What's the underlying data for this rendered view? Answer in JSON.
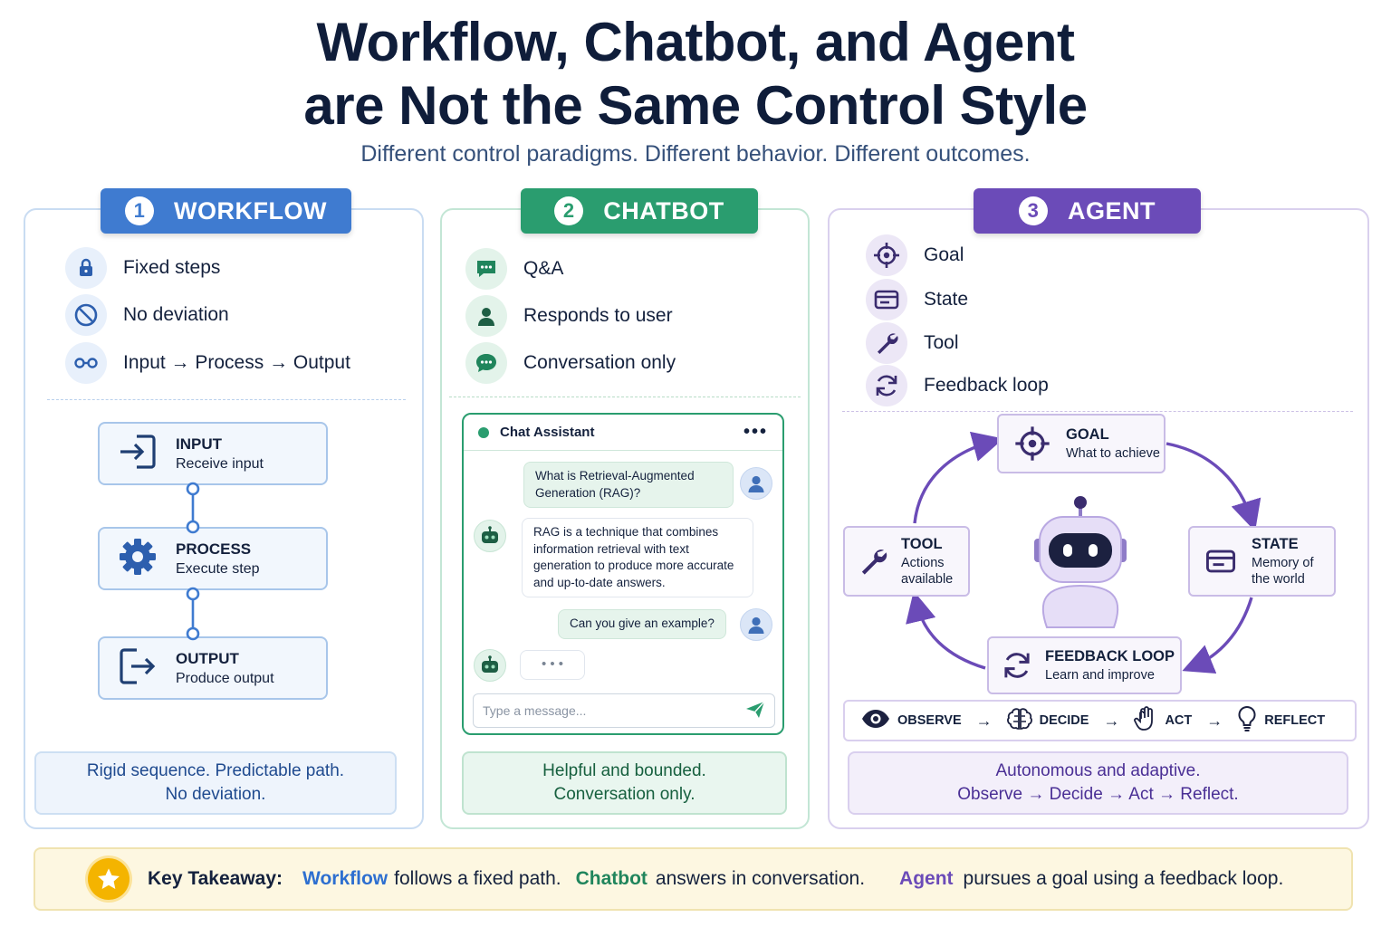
{
  "header": {
    "title_line1": "Workflow, Chatbot, and Agent",
    "title_line2": "are Not the Same Control Style",
    "subtitle": "Different control paradigms. Different behavior. Different outcomes."
  },
  "workflow": {
    "number": "1",
    "label": "WORKFLOW",
    "features": [
      "Fixed steps",
      "No deviation",
      "Input → Process → Output"
    ],
    "steps": [
      {
        "title": "INPUT",
        "desc": "Receive input"
      },
      {
        "title": "PROCESS",
        "desc": "Execute step"
      },
      {
        "title": "OUTPUT",
        "desc": "Produce output"
      }
    ],
    "summary_line1": "Rigid sequence. Predictable path.",
    "summary_line2": "No deviation."
  },
  "chatbot": {
    "number": "2",
    "label": "CHATBOT",
    "features": [
      "Q&A",
      "Responds to user",
      "Conversation only"
    ],
    "chat": {
      "header": "Chat Assistant",
      "more": "•••",
      "user_msg1": "What is Retrieval-Augmented Generation (RAG)?",
      "bot_msg1": "RAG is a technique that combines information retrieval with text generation to produce more accurate and up-to-date answers.",
      "user_msg2": "Can you give an example?",
      "typing": "• • •",
      "input_placeholder": "Type a message..."
    },
    "summary_line1": "Helpful and bounded.",
    "summary_line2": "Conversation only."
  },
  "agent": {
    "number": "3",
    "label": "AGENT",
    "features": [
      "Goal",
      "State",
      "Tool",
      "Feedback loop"
    ],
    "nodes": {
      "goal": {
        "title": "GOAL",
        "desc": "What to achieve"
      },
      "tool": {
        "title": "TOOL",
        "desc_line1": "Actions",
        "desc_line2": "available"
      },
      "state": {
        "title": "STATE",
        "desc_line1": "Memory of",
        "desc_line2": "the world"
      },
      "feedback": {
        "title": "FEEDBACK LOOP",
        "desc": "Learn and improve"
      }
    },
    "cycle": [
      "OBSERVE",
      "DECIDE",
      "ACT",
      "REFLECT"
    ],
    "cycle_arrow": "→",
    "summary_line1": "Autonomous and adaptive.",
    "summary_line2": "Observe → Decide → Act → Reflect."
  },
  "takeaway": {
    "label": "Key Takeaway:",
    "wf_kw": "Workflow",
    "wf_text": "follows a fixed path.",
    "cb_kw": "Chatbot",
    "cb_text": "answers in conversation.",
    "ag_kw": "Agent",
    "ag_text": "pursues a goal using a feedback loop."
  },
  "colors": {
    "workflow": "#3f7bd0",
    "chatbot": "#2a9d6f",
    "agent": "#6b4bb8",
    "title": "#0f1d3a",
    "takeaway_bg": "#fdf7e1"
  }
}
